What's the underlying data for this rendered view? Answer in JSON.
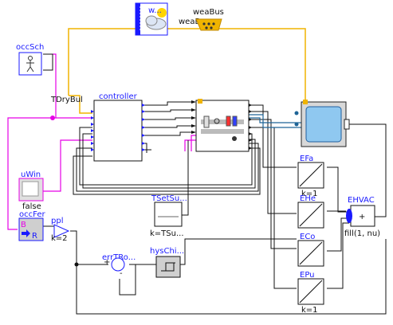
{
  "labels": {
    "weather": "w...",
    "weabus_title": "weaBus",
    "weabus_side": "weaB",
    "occsch": "occSch",
    "tdrybul": "TDryBul",
    "controller": "controller",
    "uwin": "uWin",
    "uwin_value": "false",
    "occfer": "occFer",
    "occfer_b": "B",
    "occfer_r": "R",
    "ppl": "ppl",
    "ppl_k": "k=2",
    "tsetsu": "TSetSu...",
    "tsetsu_k": "k=TSu...",
    "errtro": "errTRo...",
    "hyschi": "hysChi...",
    "efa": "EFa",
    "ehe": "EHe",
    "eco": "ECo",
    "epu": "EPu",
    "k1": "k=1",
    "ehvac": "EHVAC",
    "ehvac_fill": "fill(1, nu)",
    "plus": "+",
    "minus": "-"
  },
  "colors": {
    "block_blue": "#1a1aff",
    "signal_magenta": "#e600e6",
    "bus_orange": "#f0b400",
    "wire_black": "#111111",
    "wire_teal": "#1e6496"
  }
}
